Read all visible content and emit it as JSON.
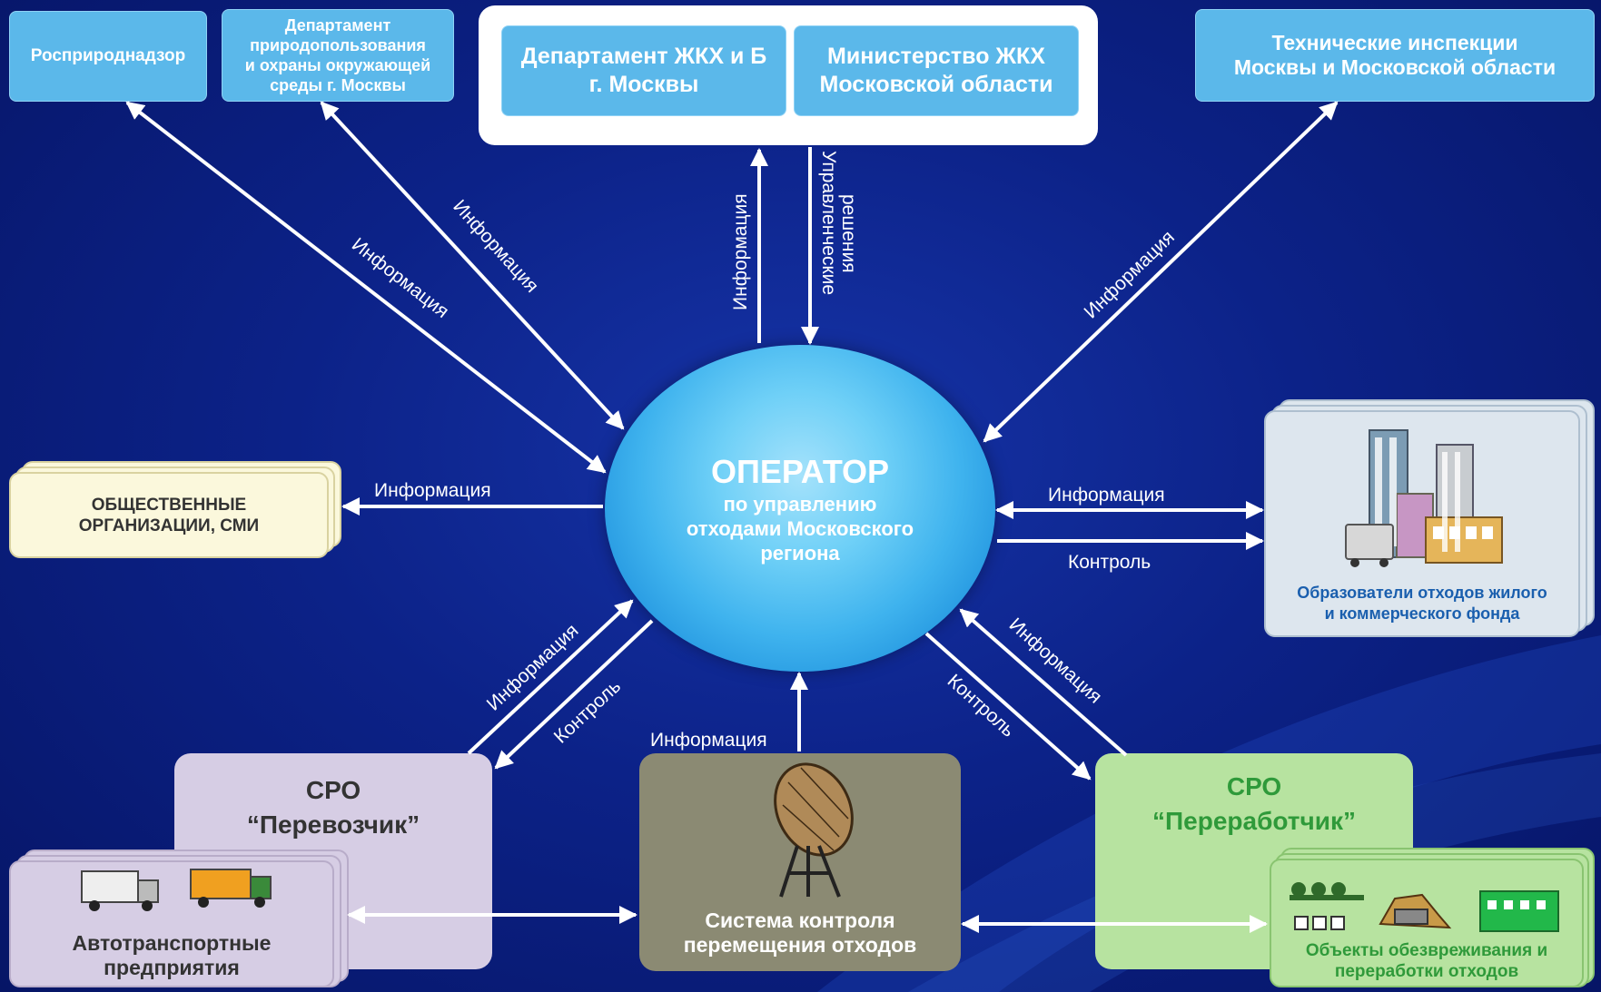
{
  "nodes": {
    "rosprirodnadzor": "Росприроднадзор",
    "dep_priroda": [
      "Департамент",
      "природопользования",
      "и охраны окружающей",
      "среды г. Москвы"
    ],
    "dep_zhkh": [
      "Департамент ЖКХ и Б",
      "г. Москвы"
    ],
    "min_zhkh": [
      "Министерство ЖКХ",
      "Московской области"
    ],
    "tech_insp": [
      "Технические инспекции",
      "Москвы и Московской области"
    ],
    "obsch": [
      "ОБЩЕСТВЕННЫЕ",
      "ОРГАНИЗАЦИИ, СМИ"
    ],
    "operator_title": "ОПЕРАТОР",
    "operator_sub": [
      "по управлению",
      "отходами Московского",
      "региона"
    ],
    "obrazovateli": [
      "Образователи отходов жилого",
      "и коммерческого фонда"
    ],
    "sro_perevozchik": [
      "СРО",
      "“Перевозчик”"
    ],
    "avto": [
      "Автотранспортные",
      "предприятия"
    ],
    "sistema": [
      "Система контроля",
      "перемещения отходов"
    ],
    "sro_pererabotchik": [
      "СРО",
      "“Переработчик”"
    ],
    "obekty": [
      "Объекты обезвреживания и",
      "переработки отходов"
    ]
  },
  "edges": {
    "info": "Информация",
    "control": "Контроль",
    "decisions": [
      "Управленческие",
      "решения"
    ]
  },
  "colors": {
    "background": "#0c2288",
    "blue_box": "#5bb8ea",
    "operator": "#3fb3ee",
    "cream": "#fbf8dc",
    "lavender": "#d6cde4",
    "olive": "#8b8a73",
    "green": "#b7e3a0",
    "green_text": "#2f9a3a"
  }
}
